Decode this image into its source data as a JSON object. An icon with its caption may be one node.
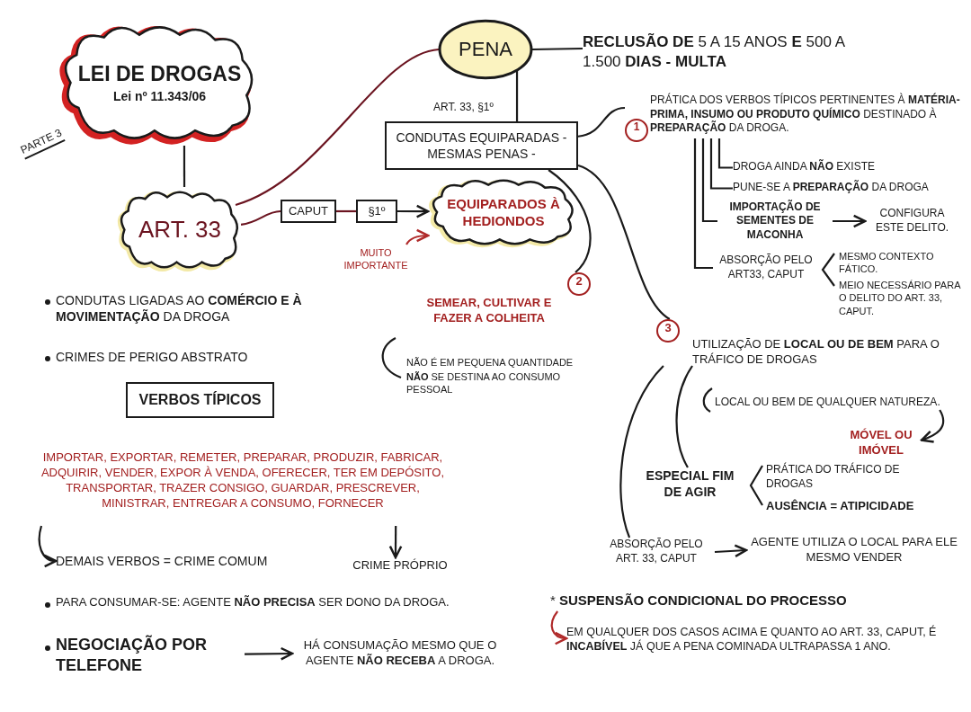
{
  "diagram": {
    "nodes": [
      {
        "text": [
          "LEI DE DROGAS",
          "Lei nº 11.343/06"
        ]
      },
      {
        "text": [
          "ART. 33"
        ]
      },
      {
        "text": [
          "PENA"
        ]
      },
      {
        "text": [
          "**RECLUSÃO DE** 5 A 15 ANOS **E** 500 A 1.500 **DIAS - MULTA**"
        ]
      },
      {
        "text": [
          "CONDUTAS EQUIPARADAS - MESMAS PENAS -"
        ],
        "beside": [
          "ART. 33, §1º"
        ]
      },
      {
        "text": [
          "CAPUT"
        ]
      },
      {
        "text": [
          "§1º"
        ]
      },
      {
        "text": [
          "EQUIPARADOS À HEDIONDOS"
        ]
      },
      {
        "text": [
          "MUITO IMPORTANTE"
        ]
      },
      {
        "text": [
          "1",
          "PRÁTICA DOS VERBOS TÍPICOS PERTINENTES À **MATÉRIA-PRIMA, INSUMO OU PRODUTO QUÍMICO** DESTINADO À **PREPARAÇÃO** DA DROGA."
        ]
      },
      {
        "text": [
          "DROGA AINDA **NÃO** EXISTE"
        ]
      },
      {
        "text": [
          "PUNE-SE A **PREPARAÇÃO** DA DROGA"
        ]
      },
      {
        "text": [
          "IMPORTAÇÃO DE SEMENTES DE MACONHA"
        ]
      },
      {
        "text": [
          "CONFIGURA ESTE DELITO."
        ]
      },
      {
        "text": [
          "ABSORÇÃO PELO ART33, CAPUT"
        ]
      },
      {
        "text": [
          "2",
          "SEMEAR, CULTIVAR E FAZER A COLHEITA"
        ]
      },
      {
        "text": [
          "3",
          "UTILIZAÇÃO DE **LOCAL OU DE BEM** PARA O TRÁFICO DE DROGAS"
        ]
      },
      {
        "text": [
          "LOCAL OU BEM DE QUALQUER NATUREZA."
        ]
      },
      {
        "text": [
          "MÓVEL OU IMÓVEL"
        ]
      },
      {
        "text": [
          "ESPECIAL FIM DE AGIR"
        ]
      },
      {
        "text": [
          "ABSORÇÃO PELO ART. 33, CAPUT"
        ]
      },
      {
        "text": [
          "AGENTE UTILIZA O LOCAL PARA ELE MESMO VENDER"
        ]
      },
      {
        "text": [
          "VERBOS TÍPICOS"
        ]
      },
      {
        "text": [
          "IMPORTAR, EXPORTAR, REMETER, PREPARAR, PRODUZIR, FABRICAR, ADQUIRIR, VENDER, EXPOR À VENDA, OFERECER, TER EM DEPÓSITO, TRANSPORTAR, TRAZER CONSIGO, GUARDAR, PRESCREVER, MINISTRAR, ENTREGAR A CONSUMO, FORNECER"
        ]
      },
      {
        "text": [
          "CRIME PRÓPRIO"
        ]
      },
      {
        "text": [
          "DEMAIS VERBOS = CRIME COMUM"
        ]
      },
      {
        "text": [
          "NEGOCIAÇÃO POR **TELEFONE**"
        ]
      },
      {
        "text": [
          "HÁ CONSUMAÇÃO MESMO QUE O AGENTE **NÃO RECEBA** A DROGA."
        ]
      },
      {
        "text": [
          "* **SUSPENSÃO CONDICIONAL DO PROCESSO**"
        ]
      },
      {
        "text": [
          "EM QUALQUER DOS CASOS ACIMA E QUANTO AO ART. 33, CAPUT, É **INCABÍVEL** JÁ QUE A PENA COMINADA ULTRAPASSA 1 ANO."
        ]
      }
    ],
    "edges": [
      {
        "from": 0,
        "to": 1,
        "arrow": "none"
      },
      {
        "from": 1,
        "to": 2,
        "arrow": "none",
        "color": "#6b1420"
      },
      {
        "from": 2,
        "to": 3,
        "arrow": "none"
      },
      {
        "from": 2,
        "to": 4,
        "arrow": "none"
      },
      {
        "from": 1,
        "to": 5,
        "arrow": "none",
        "color": "#6b1420"
      },
      {
        "from": 5,
        "to": 6,
        "arrow": "none",
        "color": "#6b1420"
      },
      {
        "from": 6,
        "to": 7,
        "arrow": "to"
      },
      {
        "from": 8,
        "to": 7,
        "arrow": "to",
        "color": "#b02a2a"
      },
      {
        "from": 4,
        "to": 9,
        "arrow": "none"
      },
      {
        "from": 9,
        "to": 10,
        "arrow": "none"
      },
      {
        "from": 9,
        "to": 11,
        "arrow": "none"
      },
      {
        "from": 9,
        "to": 12,
        "arrow": "none"
      },
      {
        "from": 9,
        "to": 14,
        "arrow": "none"
      },
      {
        "from": 12,
        "to": 13,
        "arrow": "to"
      },
      {
        "from": 4,
        "to": 15,
        "arrow": "none"
      },
      {
        "from": 4,
        "to": 16,
        "arrow": "none"
      },
      {
        "from": 17,
        "to": 18,
        "arrow": "to"
      },
      {
        "from": 16,
        "to": 19,
        "arrow": "none"
      },
      {
        "from": 16,
        "to": 20,
        "arrow": "none"
      },
      {
        "from": 20,
        "to": 21,
        "arrow": "to"
      },
      {
        "from": 23,
        "to": 24,
        "arrow": "to"
      },
      {
        "from": 23,
        "to": 25,
        "arrow": "to"
      },
      {
        "from": 26,
        "to": 27,
        "arrow": "to"
      },
      {
        "from": 28,
        "to": 29,
        "arrow": "to",
        "color": "#b02a2a"
      }
    ],
    "labels": [
      "PARTE 3",
      "CONDUTAS LIGADAS AO **COMÉRCIO E À MOVIMENTAÇÃO** DA DROGA",
      "CRIMES DE PERIGO ABSTRATO",
      "MESMO CONTEXTO FÁTICO.",
      "MEIO NECESSÁRIO PARA O DELITO DO ART. 33, CAPUT.",
      "NÃO É EM PEQUENA QUANTIDADE",
      "**NÃO** SE DESTINA AO CONSUMO PESSOAL",
      "PRÁTICA DO TRÁFICO DE DROGAS",
      "**AUSÊNCIA** = ATIPICIDADE",
      "PARA CONSUMAR-SE: AGENTE **NÃO PRECISA** SER DONO DA DROGA."
    ]
  }
}
